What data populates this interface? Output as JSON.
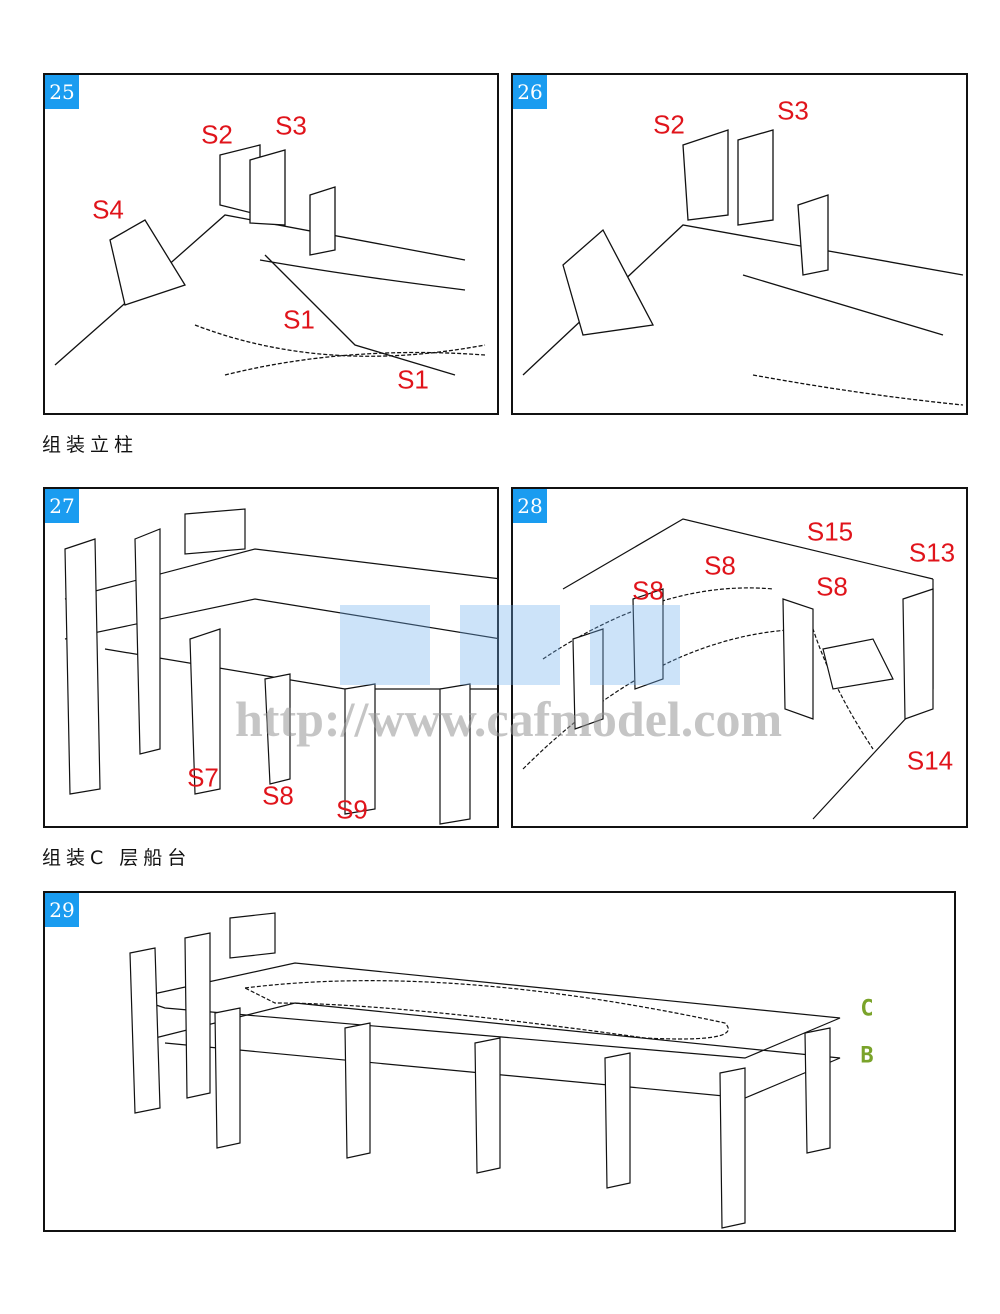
{
  "steps": [
    {
      "number": "25",
      "labels": [
        "S2",
        "S3",
        "S4",
        "S1",
        "S1"
      ]
    },
    {
      "number": "26",
      "labels": [
        "S2",
        "S3"
      ]
    },
    {
      "number": "27",
      "labels": [
        "S7",
        "S8",
        "S9"
      ]
    },
    {
      "number": "28",
      "labels": [
        "S15",
        "S13",
        "S8",
        "S8",
        "S8",
        "S14"
      ]
    },
    {
      "number": "29",
      "labels": [
        "C",
        "B"
      ]
    }
  ],
  "captions": [
    "组装立柱",
    "组装C 层船台"
  ],
  "watermark": "http://www.cafmodel.com",
  "colors": {
    "badge": "#1a9cf0",
    "label": "#e0141b",
    "layer_label": "#7aa32a"
  }
}
